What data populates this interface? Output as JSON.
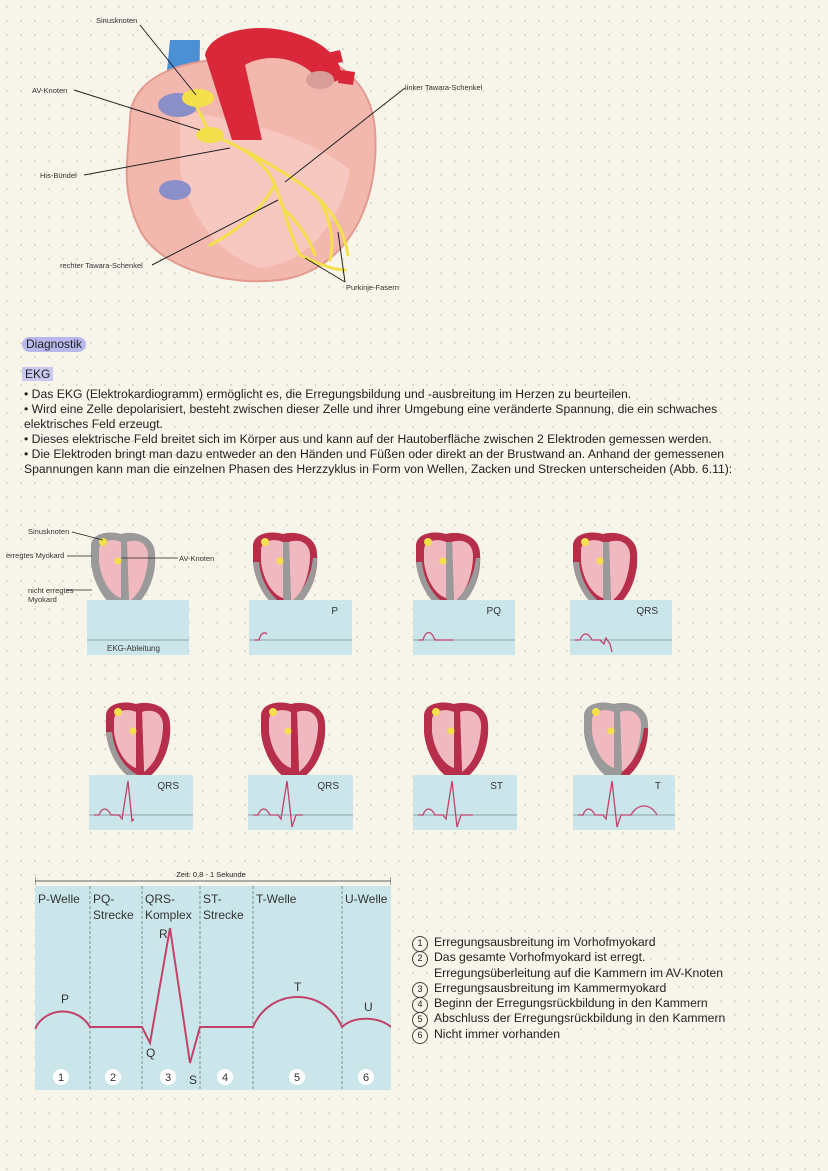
{
  "heart_labels": {
    "sinusknoten": "Sinusknoten",
    "av_knoten": "AV-Knoten",
    "his_buendel": "His-Bündel",
    "rechter_tawara": "rechter Tawara-Schenkel",
    "linker_tawara": "linker Tawara-Schenkel",
    "purkinje": "Purkinje-Fasern"
  },
  "section_heading": "Diagnostik",
  "subheading": "EKG",
  "paragraphs": [
    "• Das EKG (Elektrokardiogramm) ermöglicht es, die Erregungsbildung und -ausbreitung im Herzen zu beurteilen.",
    "• Wird eine Zelle depolarisiert, besteht zwischen dieser Zelle und ihrer Umgebung eine veränderte Spannung, die ein schwaches elektrisches Feld erzeugt.",
    "• Dieses elektrische Feld breitet sich im Körper aus und kann auf der Hautoberfläche zwischen 2 Elektroden gemessen werden.",
    "• Die Elektroden bringt man dazu entweder an den Händen und Füßen oder direkt an der Brustwand an. Anhand der gemessenen Spannungen kann man die einzelnen Phasen des Herzzyklus in Form von Wellen, Zacken und Strecken unterscheiden (Abb. 6.11):"
  ],
  "panel_labels": {
    "sinusknoten": "Sinusknoten",
    "erregtes_myokard": "erregtes Myokard",
    "nicht_erregtes_1": "nicht erregtes",
    "nicht_erregtes_2": "Myokard",
    "av_knoten": "AV-Knoten",
    "ekg_ableitung": "EKG-Ableitung"
  },
  "panels": [
    {
      "phase": ""
    },
    {
      "phase": "P"
    },
    {
      "phase": "PQ"
    },
    {
      "phase": "QRS"
    },
    {
      "phase": "QRS"
    },
    {
      "phase": "QRS"
    },
    {
      "phase": "ST"
    },
    {
      "phase": "T"
    }
  ],
  "chart_data": {
    "type": "line",
    "title": "Zeit: 0,8 - 1 Sekunde",
    "segments": [
      {
        "label": "P-Welle",
        "number": "1"
      },
      {
        "label": "PQ-Strecke",
        "number": "2"
      },
      {
        "label": "QRS-Komplex",
        "number": "3"
      },
      {
        "label": "ST-Strecke",
        "number": "4"
      },
      {
        "label": "T-Welle",
        "number": "5"
      },
      {
        "label": "U-Welle",
        "number": "6"
      }
    ],
    "segment_titles": [
      [
        "P-Welle",
        ""
      ],
      [
        "PQ-",
        "Strecke"
      ],
      [
        "QRS-",
        "Komplex"
      ],
      [
        "ST-",
        "Strecke"
      ],
      [
        "T-Welle",
        ""
      ],
      [
        "U-Welle",
        ""
      ]
    ],
    "wave_labels": [
      "P",
      "Q",
      "R",
      "S",
      "T",
      "U"
    ],
    "colors": {
      "background": "#cbe6ea",
      "trace": "#c2416a"
    }
  },
  "legend": [
    {
      "num": "1",
      "lines": [
        "Erregungsausbreitung im Vorhofmyokard"
      ]
    },
    {
      "num": "2",
      "lines": [
        "Das gesamte Vorhofmyokard ist erregt.",
        "Erregungsüberleitung auf die Kammern im AV-Knoten"
      ]
    },
    {
      "num": "3",
      "lines": [
        "Erregungsausbreitung im Kammermyokard"
      ]
    },
    {
      "num": "4",
      "lines": [
        "Beginn der Erregungsrückbildung in den Kammern"
      ]
    },
    {
      "num": "5",
      "lines": [
        "Abschluss der Erregungsrückbildung in den Kammern"
      ]
    },
    {
      "num": "6",
      "lines": [
        "Nicht immer vorhanden"
      ]
    }
  ]
}
